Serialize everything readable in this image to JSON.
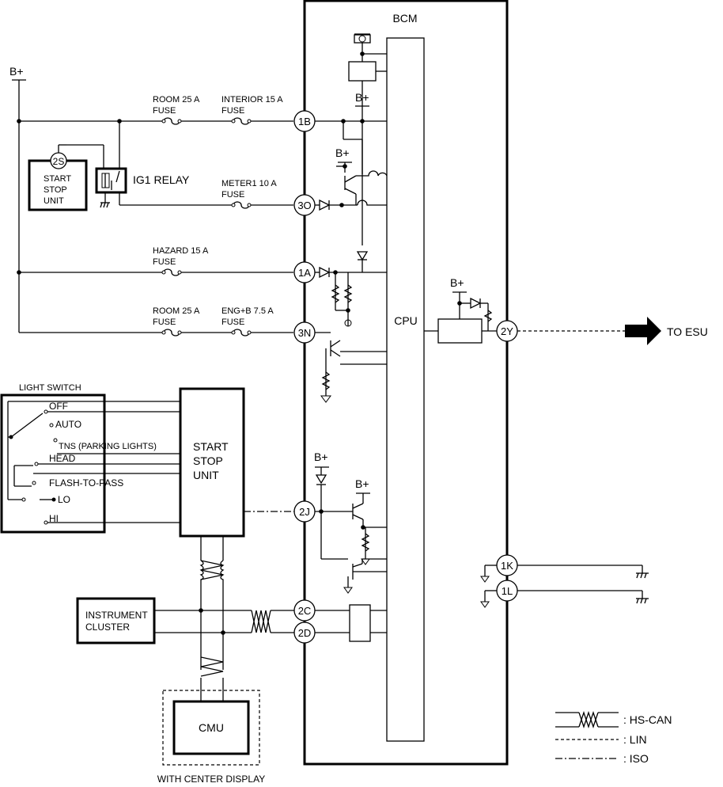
{
  "bcm_label": "BCM",
  "cpu_label": "CPU",
  "bplus": "B+",
  "connectors": {
    "c1b": "1B",
    "c3o": "3O",
    "c1a": "1A",
    "c3n": "3N",
    "c2j": "2J",
    "c2c": "2C",
    "c2d": "2D",
    "c2y": "2Y",
    "c1k": "1K",
    "c1l": "1L",
    "c2s": "2S"
  },
  "fuses": {
    "room1_a": "ROOM 25 A",
    "room1_b": "FUSE",
    "interior_a": "INTERIOR 15 A",
    "interior_b": "FUSE",
    "meter_a": "METER1 10 A",
    "meter_b": "FUSE",
    "hazard_a": "HAZARD 15 A",
    "hazard_b": "FUSE",
    "room2_a": "ROOM 25 A",
    "room2_b": "FUSE",
    "engb_a": "ENG+B 7.5 A",
    "engb_b": "FUSE"
  },
  "ig1_relay": "IG1 RELAY",
  "start_stop_small": [
    "START",
    "STOP",
    "UNIT"
  ],
  "start_stop_big": [
    "START",
    "STOP",
    "UNIT"
  ],
  "light_switch": {
    "title": "LIGHT SWITCH",
    "positions": [
      "OFF",
      "AUTO",
      "TNS (PARKING LIGHTS)",
      "HEAD",
      "FLASH-TO-PASS",
      "LO",
      "HI"
    ]
  },
  "instrument_cluster": [
    "INSTRUMENT",
    "CLUSTER"
  ],
  "cmu": "CMU",
  "with_center_display": "WITH CENTER DISPLAY",
  "to_esu": "TO ESU",
  "legend": {
    "hs_can": ": HS-CAN",
    "lin": ": LIN",
    "iso": ": ISO"
  }
}
